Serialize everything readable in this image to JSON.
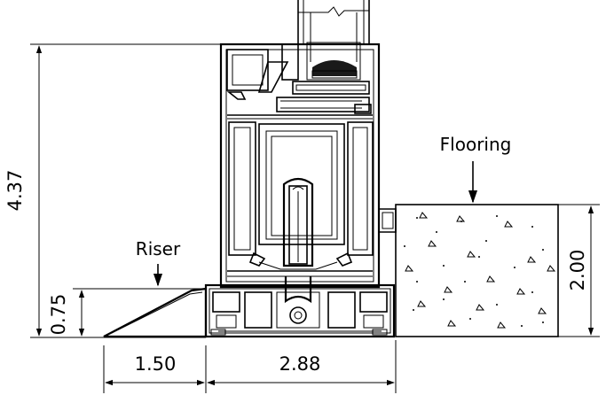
{
  "dimensions": {
    "overall_height": "4.37",
    "riser_height": "0.75",
    "flooring_height": "2.00",
    "riser_width": "1.50",
    "frame_width": "2.88"
  },
  "labels": {
    "flooring": "Flooring",
    "riser": "Riser"
  }
}
